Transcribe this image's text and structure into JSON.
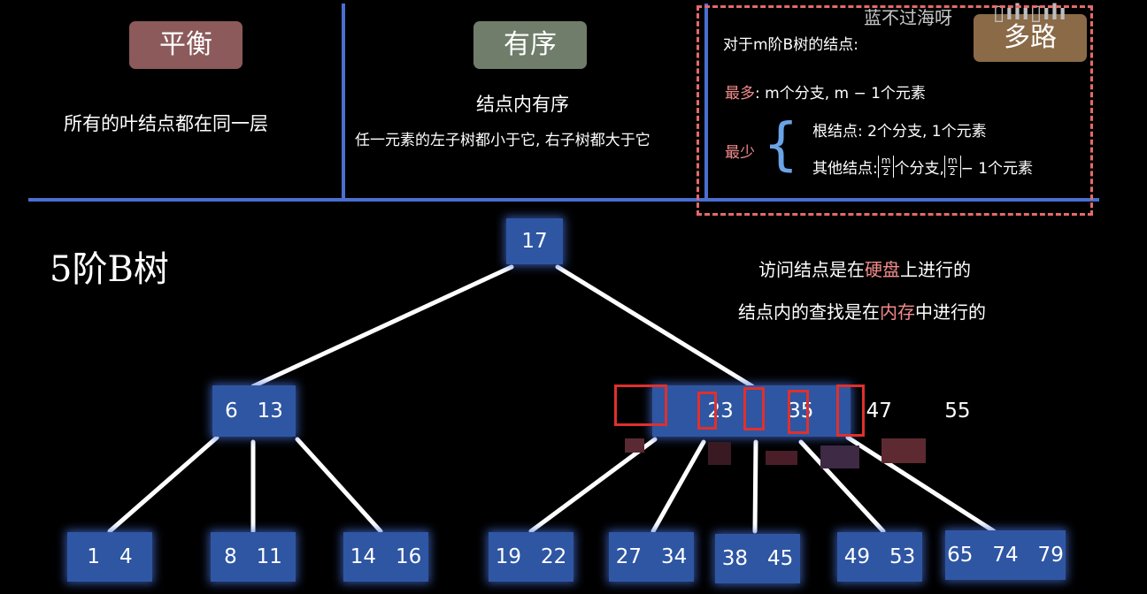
{
  "header": {
    "balance_tag": "平衡",
    "balance_desc": "所有的叶结点都在同一层",
    "order_tag": "有序",
    "order_desc_title": "结点内有序",
    "order_desc": "任一元素的左子树都小于它, 右子树都大于它",
    "multiway_tag": "多路",
    "watermark": "蓝不过海呀",
    "rule_title": "对于m阶B树的结点:",
    "max_label": "最多",
    "max_text": ": m个分支, m − 1个元素",
    "min_label": "最少",
    "min_root": "根结点: 2个分支, 1个元素",
    "min_other_prefix": "其他结点: ",
    "min_other_mid": "个分支, ",
    "min_other_suffix": " − 1个元素",
    "ceil_num": "m",
    "ceil_den": "2"
  },
  "title": "5阶B树",
  "notes": {
    "line1_a": "访问结点是在",
    "line1_hl": "硬盘",
    "line1_b": "上进行的",
    "line2_a": "结点内的查找是在",
    "line2_hl": "内存",
    "line2_b": "中进行的"
  },
  "tree": {
    "root": "17",
    "left": "6   13",
    "right": [
      "23",
      "35",
      "47",
      "55"
    ],
    "leaves": [
      "1   4",
      "8   11",
      "14   16",
      "19   22",
      "27   34",
      "38   45",
      "49   53",
      "65   74   79"
    ]
  },
  "colors": {
    "accent_line": "#4a6fd1",
    "node_fill": "#2e56a3",
    "highlight": "#f28b8b",
    "dashed_border": "#e56a6a"
  }
}
